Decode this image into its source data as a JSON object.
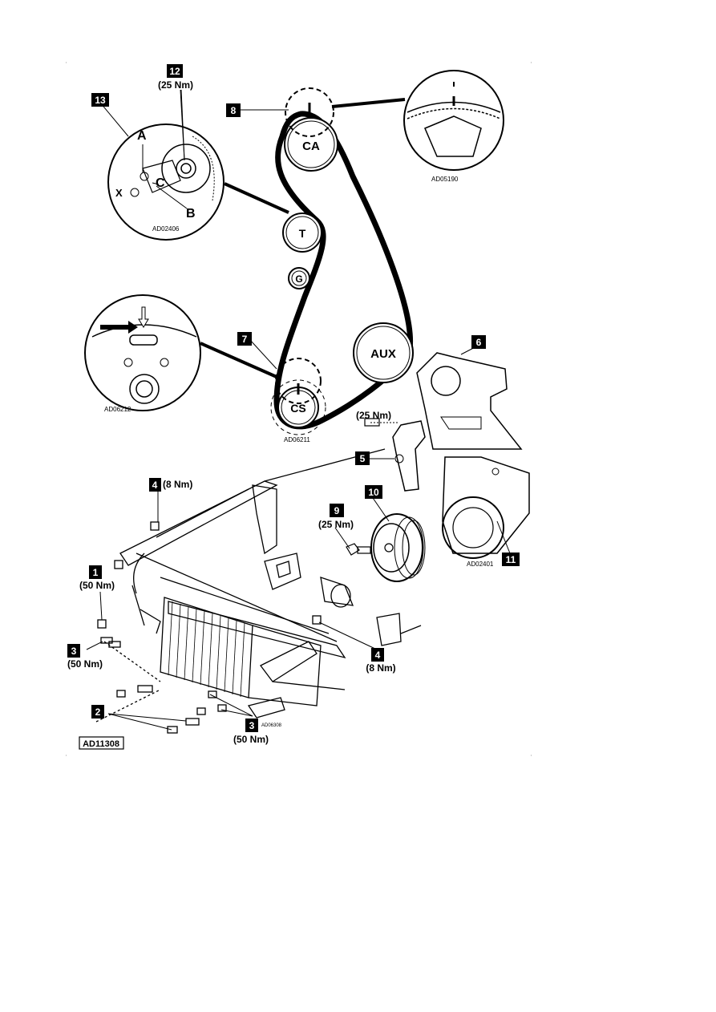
{
  "callouts": {
    "c1": "1",
    "c2": "2",
    "c3a": "3",
    "c3b": "3",
    "c4a": "4",
    "c4b": "4",
    "c5": "5",
    "c6": "6",
    "c7": "7",
    "c8": "8",
    "c9": "9",
    "c10": "10",
    "c11": "11",
    "c12": "12",
    "c13": "13"
  },
  "torques": {
    "t12": "(25 Nm)",
    "t5": "(25 Nm)",
    "t4a": "(8 Nm)",
    "t4b": "(8 Nm)",
    "t9": "(25 Nm)",
    "t1": "(50 Nm)",
    "t3a": "(50 Nm)",
    "t3b": "(50 Nm)"
  },
  "pulleys": {
    "ca": "CA",
    "t": "T",
    "g": "G",
    "aux": "AUX",
    "cs": "CS"
  },
  "tensioner_letters": {
    "a": "A",
    "b": "B",
    "c": "C",
    "x": "X"
  },
  "figure_codes": {
    "tensioner": "AD02406",
    "camshaft": "AD05190",
    "crank_detail": "AD06212",
    "belt": "AD06211",
    "cover": "AD02401",
    "radiator": "AD06308",
    "main": "AD11308"
  }
}
